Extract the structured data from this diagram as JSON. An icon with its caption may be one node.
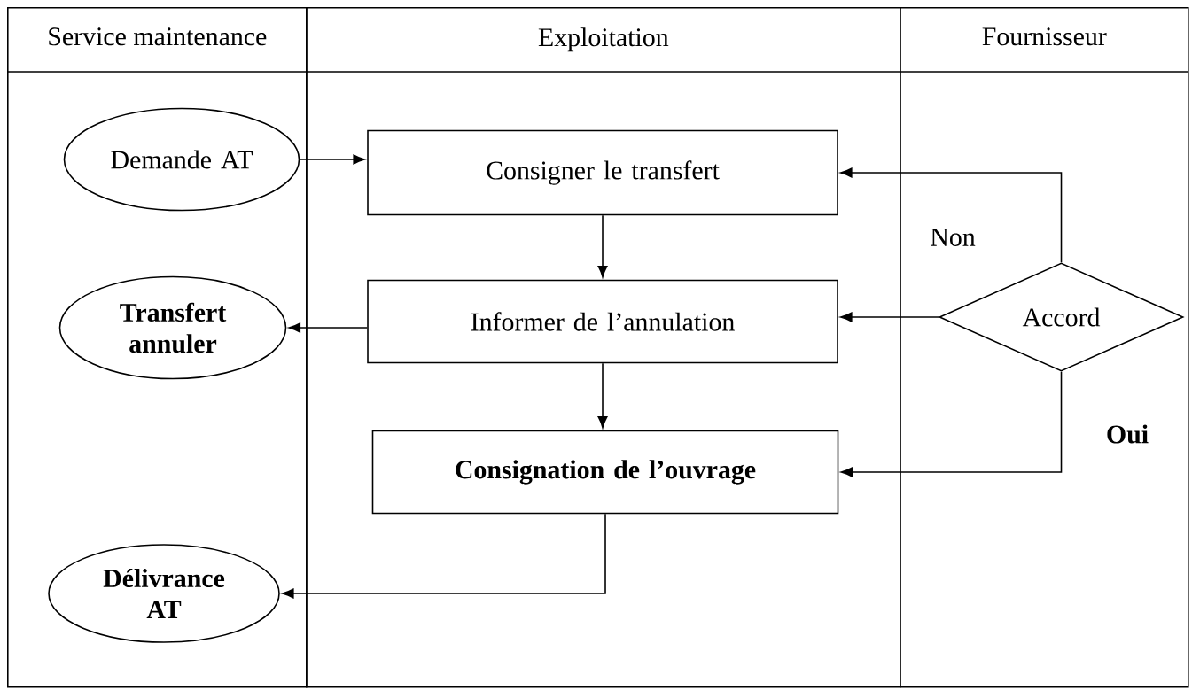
{
  "diagram": {
    "nodes": [
      {
        "text": [
          "Service maintenance"
        ]
      },
      {
        "text": [
          "Exploitation"
        ]
      },
      {
        "text": [
          "Fournisseur"
        ]
      },
      {
        "text": [
          "Demande AT"
        ],
        "in": 0
      },
      {
        "text": [
          "Transfert annuler"
        ],
        "in": 0
      },
      {
        "text": [
          "Délivrance AT"
        ],
        "in": 0
      },
      {
        "text": [
          "Consigner le transfert"
        ],
        "in": 1
      },
      {
        "text": [
          "Informer de l’annulation"
        ],
        "in": 1
      },
      {
        "text": [
          "Consignation de l’ouvrage"
        ],
        "in": 1
      },
      {
        "text": [
          "Accord"
        ],
        "in": 2
      }
    ],
    "edges": [
      {
        "from": 3,
        "to": 6,
        "arrow": "to"
      },
      {
        "from": 6,
        "to": 7,
        "arrow": "to"
      },
      {
        "from": 7,
        "to": 4,
        "arrow": "to"
      },
      {
        "from": 7,
        "to": 8,
        "arrow": "to"
      },
      {
        "from": 9,
        "to": 6,
        "arrow": "to",
        "label": "Non"
      },
      {
        "from": 9,
        "to": 7,
        "arrow": "to"
      },
      {
        "from": 9,
        "to": 8,
        "arrow": "to",
        "label": "Oui"
      },
      {
        "from": 8,
        "to": 5,
        "arrow": "to"
      }
    ]
  }
}
